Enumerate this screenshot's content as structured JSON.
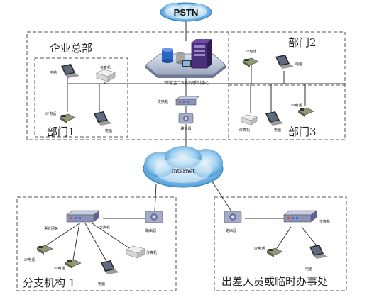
{
  "clouds": {
    "pstn": "PSTN",
    "internet": "Internet"
  },
  "headquarters": {
    "title": "企业总部",
    "call_center": "“呼家宝” S系列呼叫中心",
    "switch": "交换机",
    "router": "路由器",
    "devices": {
      "pc": "电脑",
      "fax": "传真机",
      "ip_phone": "IP电话",
      "pc2": "电脑"
    }
  },
  "dept1": {
    "title": "部门1"
  },
  "dept2": {
    "title": "部门2",
    "ip_phone": "IP电话",
    "pc": "电脑"
  },
  "dept3": {
    "title": "部门3",
    "fax": "传真机",
    "pc": "电脑",
    "ip_phone": "IP电话"
  },
  "branch": {
    "title": "分支机构 1",
    "gateway": "语音网关",
    "switch": "交换机",
    "router": "路由器",
    "fax": "传真机",
    "ip_phone_1": "IP电话",
    "ip_phone_2": "IP电话",
    "pc": "电脑"
  },
  "remote": {
    "title": "出差人员或临时办事处",
    "router": "路由器",
    "switch": "交换机",
    "ip_phone": "IP电话",
    "pc": "电脑"
  },
  "colors": {
    "cloud_fill": "#5aa6dc",
    "border": "#555555",
    "line": "#333333"
  }
}
